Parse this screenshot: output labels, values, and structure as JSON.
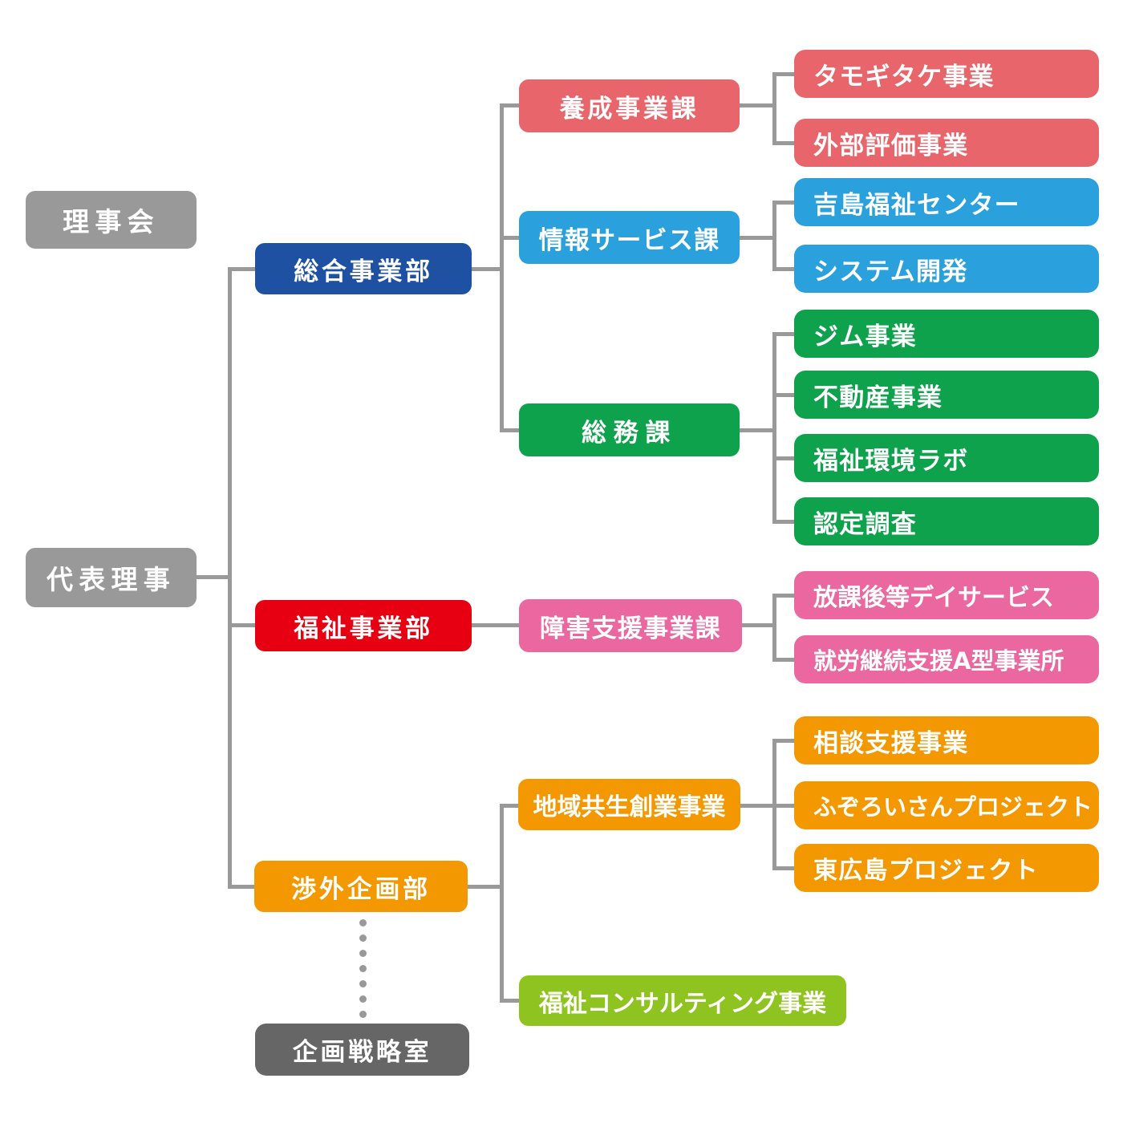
{
  "diagram": {
    "type": "org-chart",
    "connector_color": "#999999",
    "board": {
      "label": "理事会",
      "color": "#999999"
    },
    "representative": {
      "label": "代表理事",
      "color": "#999999"
    },
    "strategy_office": {
      "label": "企画戦略室",
      "color": "#666666",
      "connection": "dotted"
    },
    "departments": [
      {
        "label": "総合事業部",
        "color": "#1e51a2",
        "sections": [
          {
            "label": "養成事業課",
            "color": "#e8656c",
            "children": [
              {
                "label": "タモギタケ事業",
                "color": "#e8656c"
              },
              {
                "label": "外部評価事業",
                "color": "#e8656c"
              }
            ]
          },
          {
            "label": "情報サービス課",
            "color": "#2aa1dc",
            "children": [
              {
                "label": "吉島福祉センター",
                "color": "#2aa1dc"
              },
              {
                "label": "システム開発",
                "color": "#2aa1dc"
              }
            ]
          },
          {
            "label": "総務課",
            "color": "#0fa24d",
            "children": [
              {
                "label": "ジム事業",
                "color": "#0fa24d"
              },
              {
                "label": "不動産事業",
                "color": "#0fa24d"
              },
              {
                "label": "福祉環境ラボ",
                "color": "#0fa24d"
              },
              {
                "label": "認定調査",
                "color": "#0fa24d"
              }
            ]
          }
        ]
      },
      {
        "label": "福祉事業部",
        "color": "#e60012",
        "sections": [
          {
            "label": "障害支援事業課",
            "color": "#ea67a0",
            "children": [
              {
                "label": "放課後等デイサービス",
                "color": "#ea67a0"
              },
              {
                "label": "就労継続支援A型事業所",
                "color": "#ea67a0"
              }
            ]
          }
        ]
      },
      {
        "label": "渉外企画部",
        "color": "#f39800",
        "sections": [
          {
            "label": "地域共生創業事業",
            "color": "#f39800",
            "children": [
              {
                "label": "相談支援事業",
                "color": "#f39800"
              },
              {
                "label": "ふぞろいさんプロジェクト",
                "color": "#f39800"
              },
              {
                "label": "東広島プロジェクト",
                "color": "#f39800"
              }
            ]
          },
          {
            "label": "福祉コンサルティング事業",
            "color": "#8fc31f",
            "children": []
          }
        ]
      }
    ]
  }
}
